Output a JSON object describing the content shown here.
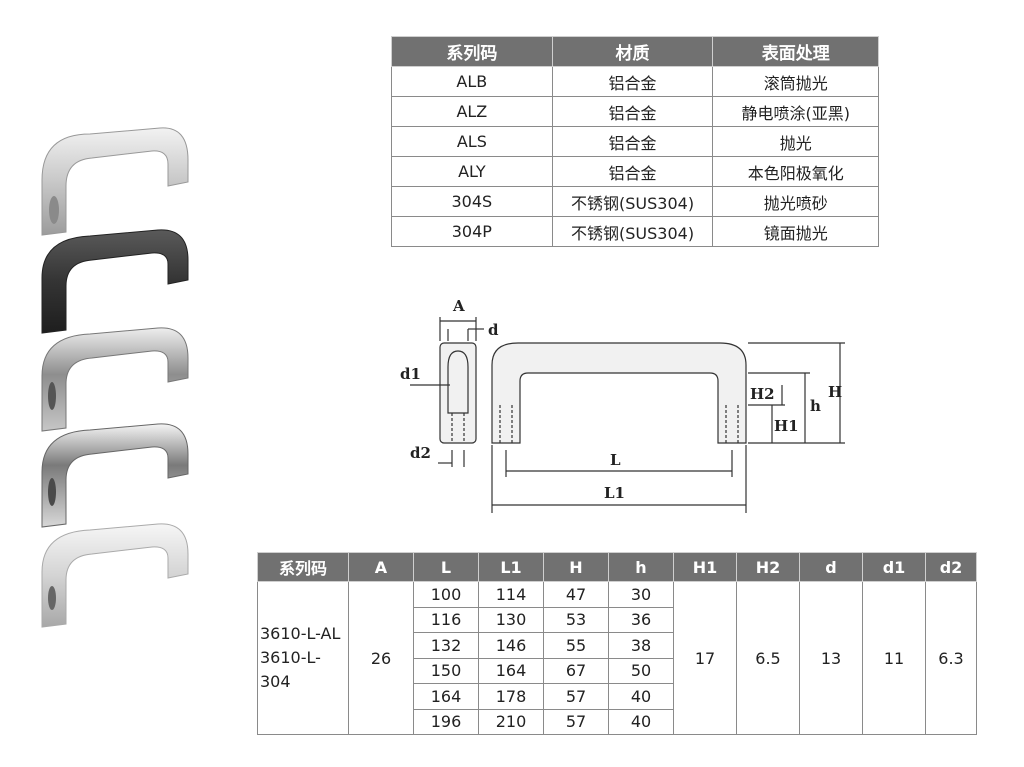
{
  "material_table": {
    "headers": [
      "系列码",
      "材质",
      "表面处理"
    ],
    "rows": [
      [
        "ALB",
        "铝合金",
        "滚筒抛光"
      ],
      [
        "ALZ",
        "铝合金",
        "静电喷涂(亚黑)"
      ],
      [
        "ALS",
        "铝合金",
        "抛光"
      ],
      [
        "ALY",
        "铝合金",
        "本色阳极氧化"
      ],
      [
        "304S",
        "不锈钢(SUS304)",
        "抛光喷砂"
      ],
      [
        "304P",
        "不锈钢(SUS304)",
        "镜面抛光"
      ]
    ]
  },
  "diagram": {
    "labels": {
      "A": "A",
      "d": "d",
      "d1": "d1",
      "d2": "d2",
      "L": "L",
      "L1": "L1",
      "H": "H",
      "h": "h",
      "H1": "H1",
      "H2": "H2"
    }
  },
  "dim_table": {
    "headers": [
      "系列码",
      "A",
      "L",
      "L1",
      "H",
      "h",
      "H1",
      "H2",
      "d",
      "d1",
      "d2"
    ],
    "series": [
      "3610-L-AL",
      "3610-L-304"
    ],
    "A": "26",
    "rows": [
      {
        "L": "100",
        "L1": "114",
        "H": "47",
        "h": "30"
      },
      {
        "L": "116",
        "L1": "130",
        "H": "53",
        "h": "36"
      },
      {
        "L": "132",
        "L1": "146",
        "H": "55",
        "h": "38"
      },
      {
        "L": "150",
        "L1": "164",
        "H": "67",
        "h": "50"
      },
      {
        "L": "164",
        "L1": "178",
        "H": "57",
        "h": "40"
      },
      {
        "L": "196",
        "L1": "210",
        "H": "57",
        "h": "40"
      }
    ],
    "H1": "17",
    "H2": "6.5",
    "d": "13",
    "d1": "11",
    "d2": "6.3"
  },
  "colors": {
    "header_bg": "#717171",
    "header_text": "#ffffff",
    "handle_dark": "#3a3a3a",
    "handle_silver": "#c9c9c9"
  }
}
